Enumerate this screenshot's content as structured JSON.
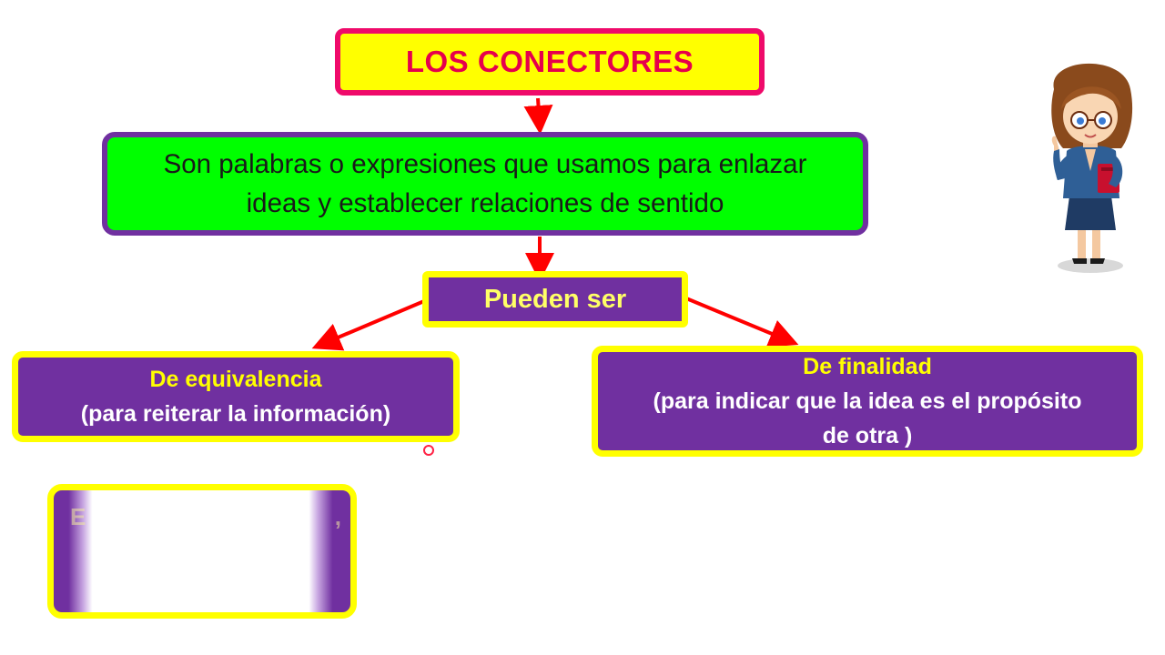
{
  "title": "LOS CONECTORES",
  "definition": {
    "line1": "Son palabras o expresiones que usamos para enlazar",
    "line2": "ideas  y establecer relaciones de sentido"
  },
  "branch_label": "Pueden ser",
  "categories": [
    {
      "title": "De equivalencia",
      "description": "(para reiterar la información)"
    },
    {
      "title": "De finalidad",
      "description_line1": "(para  indicar que la idea es el propósito",
      "description_line2": "de otra )"
    }
  ],
  "example_partial": {
    "left_char": "E",
    "right_char": ","
  },
  "colors": {
    "title_fill": "#ffff00",
    "title_border": "#ef0a6a",
    "title_text": "#e6004c",
    "definition_fill": "#00ff00",
    "definition_border": "#7030a0",
    "category_fill": "#7030a0",
    "category_border": "#ffff00",
    "arrow": "#ff0000"
  },
  "illustration": "teacher-character-holding-book"
}
